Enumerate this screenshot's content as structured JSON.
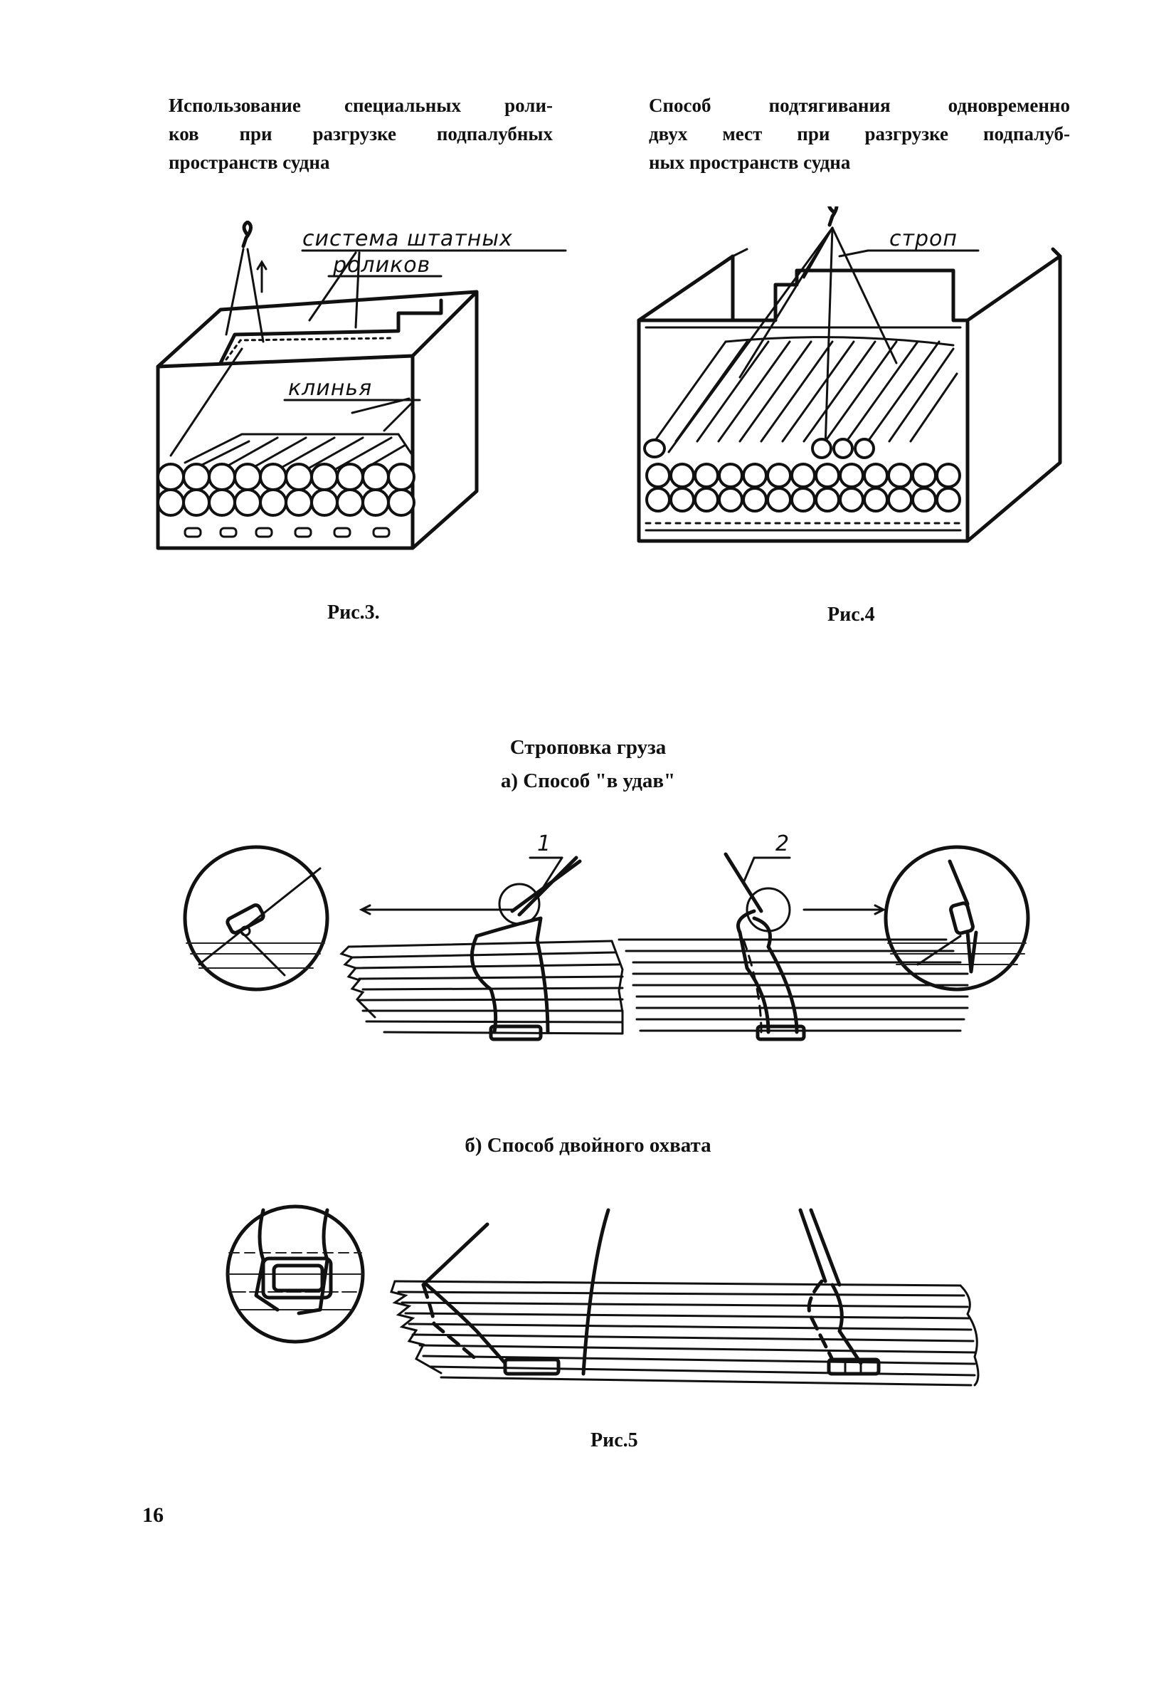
{
  "fig3": {
    "caption_lines": [
      "Использование специальных роли-",
      "ков при разгрузке подпалубных",
      "пространств судна"
    ],
    "label_rollers_1": "система штатных",
    "label_rollers_2": "роликов",
    "label_wedge": "клинья",
    "figure_label": "Рис.3."
  },
  "fig4": {
    "caption_lines": [
      "Способ подтягивания одновременно",
      "двух мест при разгрузке подпалуб-",
      "ных пространств судна"
    ],
    "label_sling": "строп",
    "figure_label": "Рис.4"
  },
  "fig5": {
    "title": "Строповка груза",
    "subtitle_a": "а) Способ \"в удав\"",
    "marker_1": "1",
    "marker_2": "2",
    "subtitle_b": "б) Способ двойного охвата",
    "figure_label": "Рис.5"
  },
  "page_number": "16"
}
